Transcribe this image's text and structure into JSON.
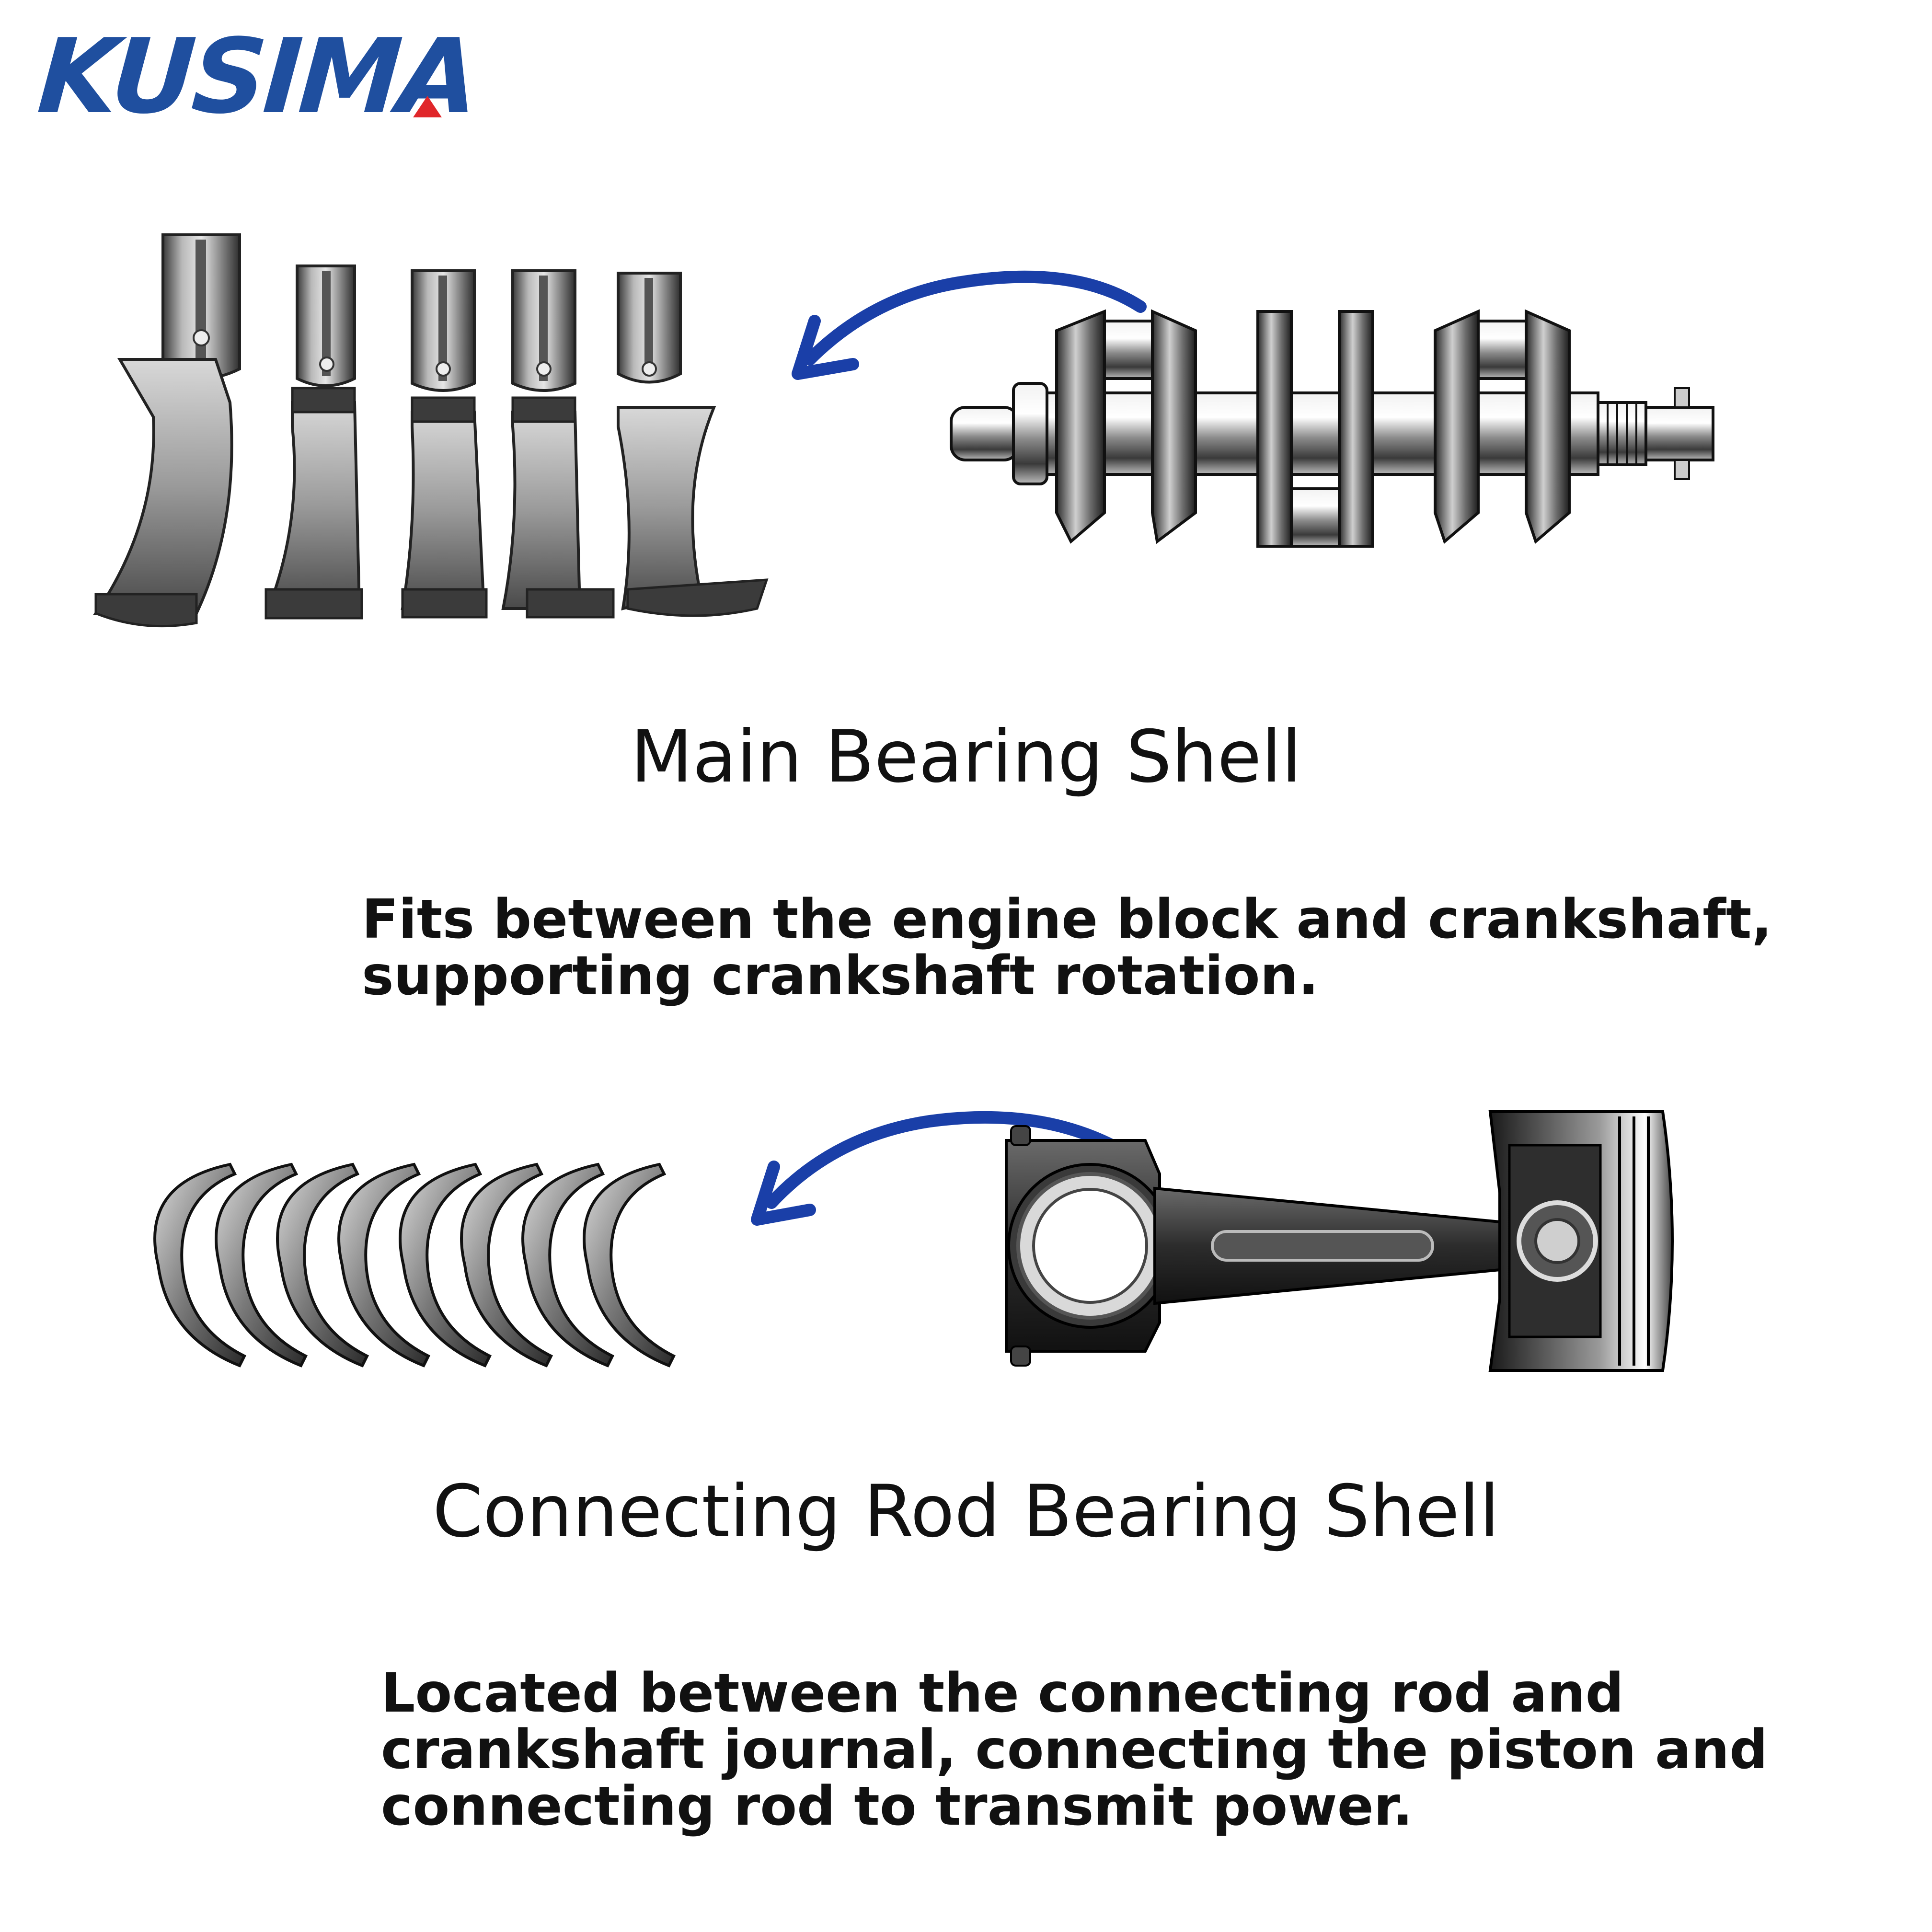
{
  "brand": {
    "logo_text": "KUSIMA",
    "color": "#1f4f9f",
    "accent_color": "#e0262a"
  },
  "main_bearing": {
    "title": "Main Bearing Shell",
    "description_lines": [
      "Fits between the engine block and crankshaft,",
      "supporting crankshaft rotation."
    ],
    "image_shells": "main-bearing-shells",
    "image_part": "crankshaft",
    "arrow_color": "#1a3fa8"
  },
  "rod_bearing": {
    "title": "Connecting Rod Bearing Shell",
    "description_lines": [
      "Located between the connecting rod and",
      "crankshaft journal, connecting the piston and",
      "connecting rod to transmit power."
    ],
    "image_shells": "connecting-rod-bearing-shells",
    "image_part": "connecting-rod-and-piston",
    "arrow_color": "#1a3fa8"
  }
}
